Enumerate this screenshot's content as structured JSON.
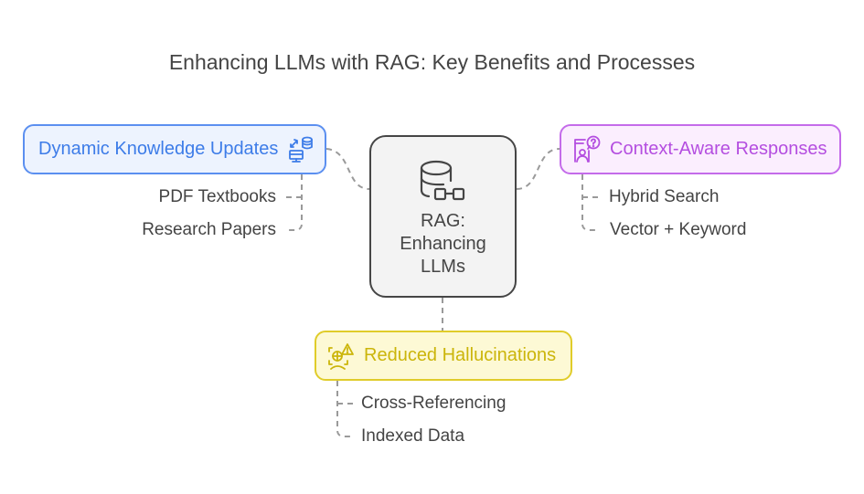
{
  "title": "Enhancing LLMs with RAG: Key Benefits and Processes",
  "center": {
    "label_lines": [
      "RAG:",
      "Enhancing",
      "LLMs"
    ],
    "icon": "database-glasses-icon"
  },
  "branches": {
    "dynamic": {
      "label": "Dynamic Knowledge Updates",
      "icon": "database-sync-computer-icon",
      "color": "#3d7ce8",
      "items": [
        "PDF Textbooks",
        "Research Papers"
      ]
    },
    "context": {
      "label": "Context-Aware Responses",
      "icon": "user-question-icon",
      "color": "#b44ee0",
      "items": [
        "Hybrid Search",
        "Vector + Keyword"
      ]
    },
    "reduced": {
      "label": "Reduced Hallucinations",
      "icon": "face-warning-icon",
      "color": "#cbb50a",
      "items": [
        "Cross-Referencing",
        "Indexed Data"
      ]
    }
  }
}
